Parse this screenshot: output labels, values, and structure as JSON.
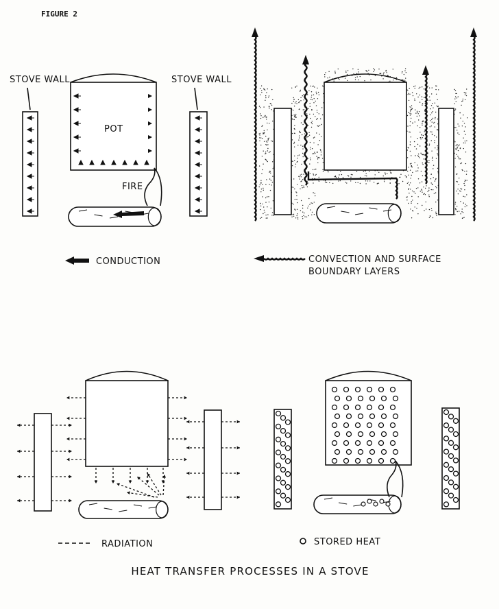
{
  "figure_label": "FIGURE 2",
  "title": "HEAT TRANSFER PROCESSES IN A STOVE",
  "panels": {
    "conduction": {
      "stove_wall_left": "STOVE WALL",
      "stove_wall_right": "STOVE WALL",
      "pot": "POT",
      "fire": "FIRE",
      "legend": "CONDUCTION"
    },
    "convection": {
      "legend_line1": "CONVECTION AND SURFACE",
      "legend_line2": "BOUNDARY LAYERS"
    },
    "radiation": {
      "legend": "RADIATION"
    },
    "stored_heat": {
      "legend": "STORED HEAT"
    }
  },
  "colors": {
    "ink": "#111111",
    "paper": "#fdfdfb"
  }
}
